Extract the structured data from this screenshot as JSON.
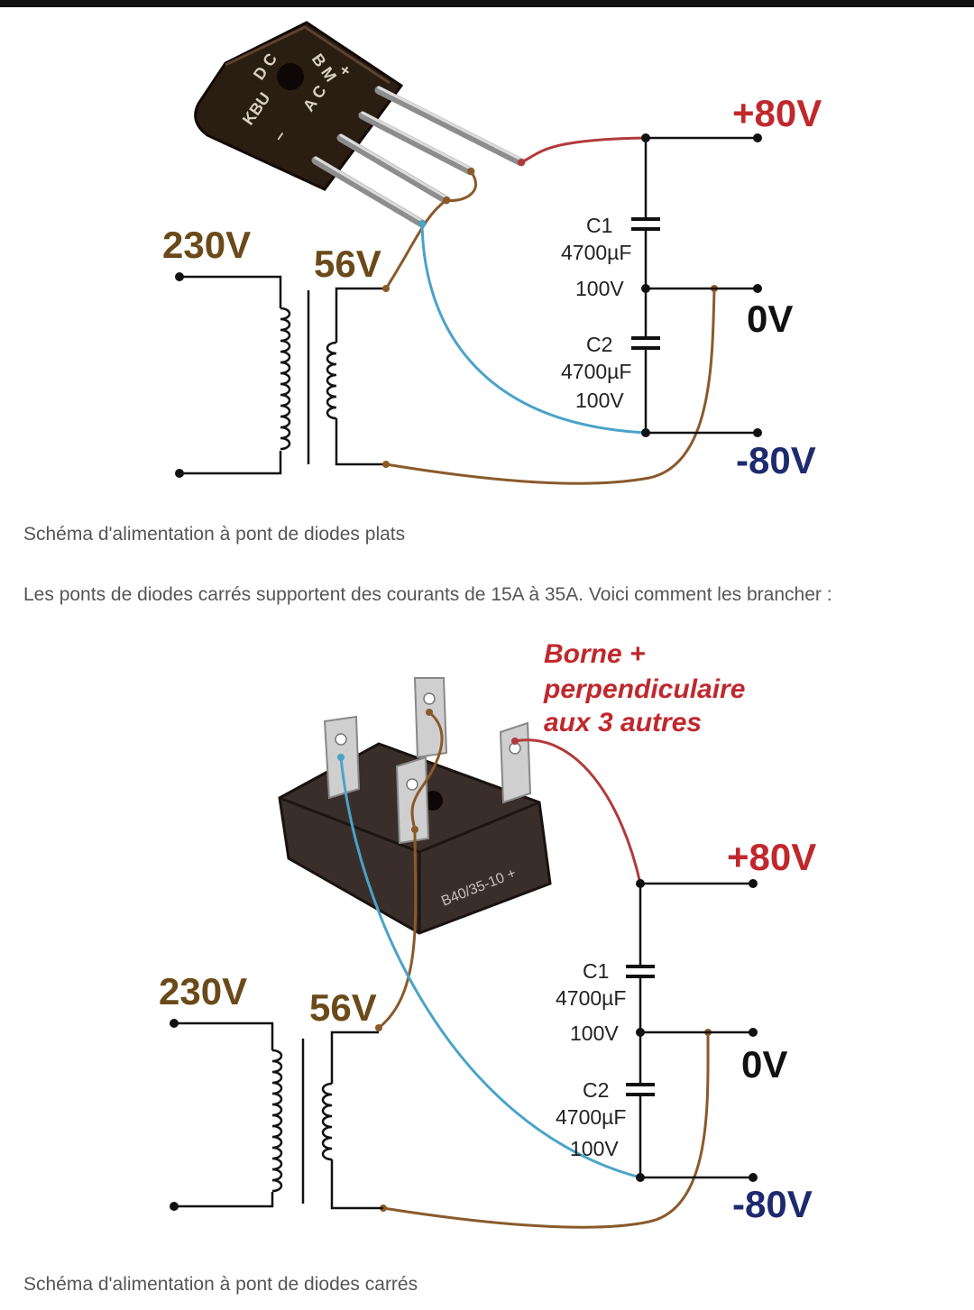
{
  "diagram1": {
    "label_230v": "230V",
    "label_56v": "56V",
    "label_plus80": "+80V",
    "label_0v": "0V",
    "label_minus80": "-80V",
    "c1": {
      "name": "C1",
      "capacitance": "4700µF",
      "voltage": "100V"
    },
    "c2": {
      "name": "C2",
      "capacitance": "4700µF",
      "voltage": "100V"
    },
    "bridge_marking": [
      "D C",
      "B M",
      "KBU",
      "A C",
      "–",
      "+"
    ]
  },
  "caption1": "Schéma d'alimentation à pont de diodes plats",
  "paragraph": "Les ponts de diodes carrés supportent des courants de 15A à 35A. Voici comment les brancher :",
  "diagram2": {
    "annotation": [
      "Borne +",
      "perpendiculaire",
      "aux 3 autres"
    ],
    "label_230v": "230V",
    "label_56v": "56V",
    "label_plus80": "+80V",
    "label_0v": "0V",
    "label_minus80": "-80V",
    "c1": {
      "name": "C1",
      "capacitance": "4700µF",
      "voltage": "100V"
    },
    "c2": {
      "name": "C2",
      "capacitance": "4700µF",
      "voltage": "100V"
    },
    "bridge_marking": "B40/35-10 +"
  },
  "caption2": "Schéma d'alimentation à pont de diodes carrés",
  "colors": {
    "positive": "#c0282d",
    "negative": "#1d2a6e",
    "ac_label": "#6b4a1a",
    "brown_wire": "#8a5a2b",
    "blue_wire": "#4aa3c8",
    "red_wire": "#b23a3a",
    "caption_text": "#555555"
  }
}
